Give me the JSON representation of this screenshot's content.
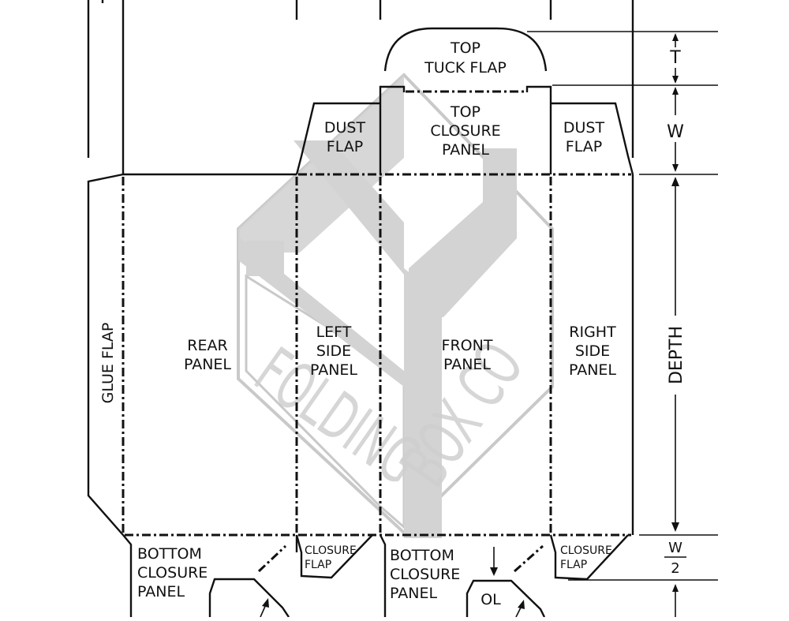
{
  "panels": {
    "top_tuck_flap": [
      "TOP",
      "TUCK FLAP"
    ],
    "top_closure_panel": [
      "TOP",
      "CLOSURE",
      "PANEL"
    ],
    "dust_flap_left": [
      "DUST",
      "FLAP"
    ],
    "dust_flap_right": [
      "DUST",
      "FLAP"
    ],
    "glue_flap": "GLUE FLAP",
    "rear_panel": [
      "REAR",
      "PANEL"
    ],
    "left_side_panel": [
      "LEFT",
      "SIDE",
      "PANEL"
    ],
    "front_panel": [
      "FRONT",
      "PANEL"
    ],
    "right_side_panel": [
      "RIGHT",
      "SIDE",
      "PANEL"
    ],
    "bottom_closure_panel_left": [
      "BOTTOM",
      "CLOSURE",
      "PANEL"
    ],
    "bottom_closure_panel_front": [
      "BOTTOM",
      "CLOSURE",
      "PANEL"
    ],
    "closure_flap_left": [
      "CLOSURE",
      "FLAP"
    ],
    "closure_flap_right": [
      "CLOSURE",
      "FLAP"
    ],
    "ol": "OL"
  },
  "dimensions": {
    "t": "T",
    "w": "W",
    "depth": "DEPTH",
    "w_half_num": "W",
    "w_half_den": "2"
  },
  "watermark": {
    "word1": "FOLDING",
    "word2": "BOX CO",
    "color": "#cfcfcf"
  }
}
